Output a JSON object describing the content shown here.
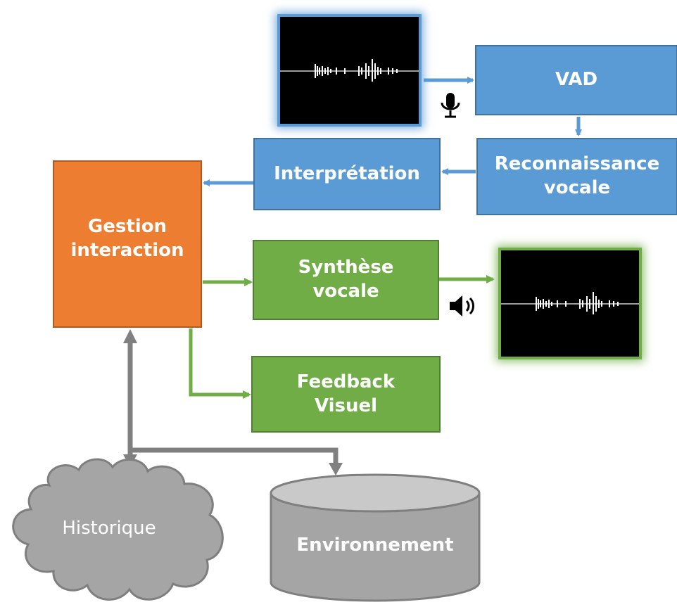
{
  "nodes": {
    "vad": "VAD",
    "reconnaissance_line1": "Reconnaissance",
    "reconnaissance_line2": "vocale",
    "interpretation": "Interprétation",
    "gestion_line1": "Gestion",
    "gestion_line2": "interaction",
    "synthese_line1": "Synthèse",
    "synthese_line2": "vocale",
    "feedback_line1": "Feedback",
    "feedback_line2": "Visuel",
    "historique": "Historique",
    "environnement": "Environnement"
  },
  "icons": {
    "input": "microphone-icon",
    "output": "speaker-icon"
  },
  "colors": {
    "blue": "#5b9bd5",
    "orange": "#ed7d31",
    "green": "#70ad47",
    "gray": "#a5a5a5",
    "gray_arrow": "#808080"
  }
}
